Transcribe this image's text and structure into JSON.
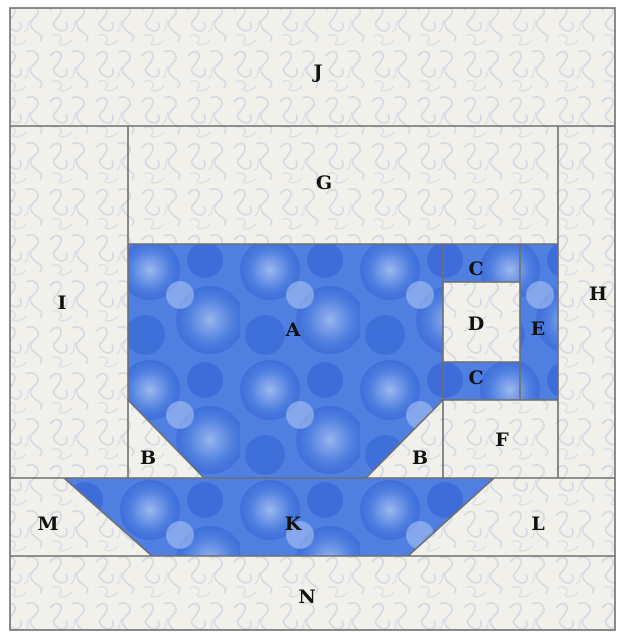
{
  "block": {
    "fabrics": {
      "background": "#f1f0ea",
      "background_pattern": "#d7dae4",
      "blue": "#4f7fe0",
      "blue_dark": "#2f5fd2",
      "blue_light": "#a9c2f2",
      "seam": "#6f6f6f"
    },
    "pieces": {
      "J": "J",
      "G": "G",
      "I": "I",
      "H": "H",
      "A": "A",
      "B_left": "B",
      "B_right": "B",
      "C_top": "C",
      "C_bottom": "C",
      "D": "D",
      "E": "E",
      "F": "F",
      "K": "K",
      "L": "L",
      "M": "M",
      "N": "N"
    }
  }
}
